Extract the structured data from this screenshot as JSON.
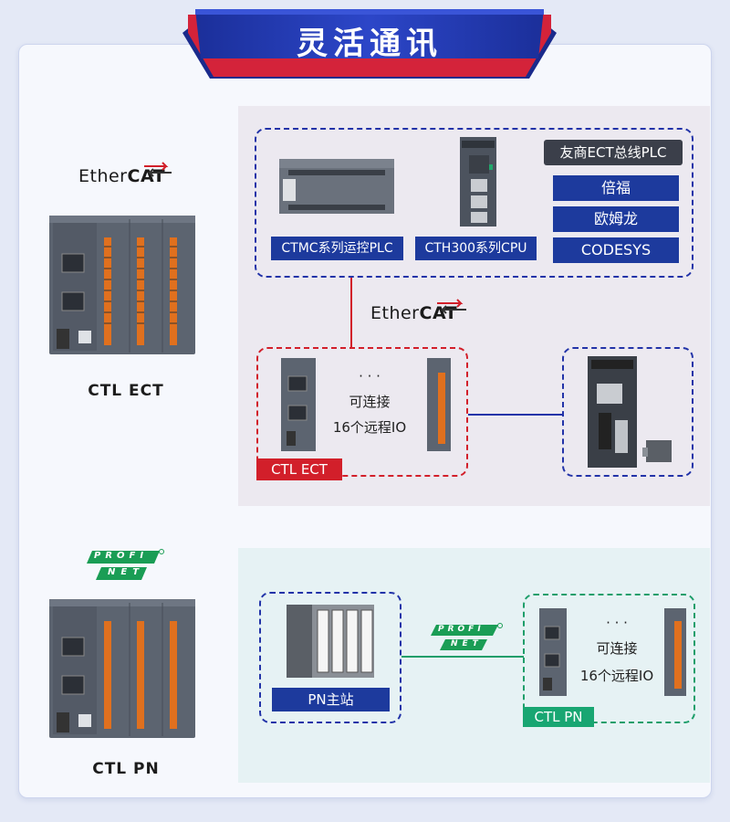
{
  "header": {
    "title": "灵活通讯"
  },
  "ethercat_brand": {
    "ether": "Ether",
    "cat": "CAT"
  },
  "profinet_brand": {
    "profi": "PROFI",
    "net": "NET"
  },
  "devices": {
    "ect_label": "CTL  ECT",
    "pn_label": "CTL PN"
  },
  "ect_panel": {
    "ctmc_label": "CTMC系列运控PLC",
    "cth300_label": "CTH300系列CPU",
    "third_party_title": "友商ECT总线PLC",
    "third_party_items": {
      "a": "倍福",
      "b": "欧姆龙",
      "c": "CODESYS"
    },
    "remote_dots": "· · ·",
    "remote_line1": "可连接",
    "remote_line2": "16个远程IO",
    "remote_tag": "CTL ECT"
  },
  "pn_panel": {
    "master_label": "PN主站",
    "remote_dots": "· · ·",
    "remote_line1": "可连接",
    "remote_line2": "16个远程IO",
    "remote_tag": "CTL PN"
  },
  "colors": {
    "blue": "#1d3a9d",
    "red": "#d21f2a",
    "green": "#19a672"
  }
}
